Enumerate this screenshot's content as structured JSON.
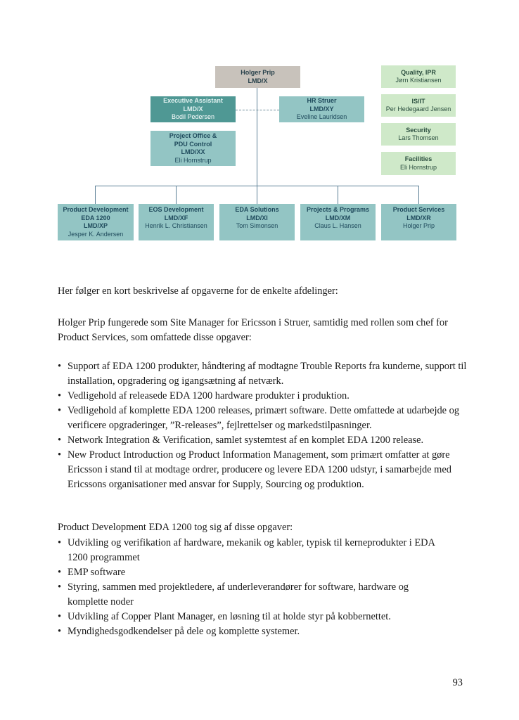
{
  "org_chart": {
    "head": {
      "name": "Holger Prip",
      "code": "LMD/X"
    },
    "exec_assistant": {
      "title": "Executive Assistant",
      "code": "LMD/X",
      "person": "Bodil Pedersen"
    },
    "hr": {
      "title": "HR Struer",
      "code": "LMD/XY",
      "person": "Eveline Lauridsen"
    },
    "project_office": {
      "title1": "Project Office &",
      "title2": "PDU Control",
      "code": "LMD/XX",
      "person": "Eli Hornstrup"
    },
    "staff": [
      {
        "title": "Quality, IPR",
        "person": "Jørn Kristiansen"
      },
      {
        "title": "IS/IT",
        "person": "Per Hedegaard Jensen"
      },
      {
        "title": "Security",
        "person": "Lars Thomsen"
      },
      {
        "title": "Facilities",
        "person": "Eli Hornstrup"
      }
    ],
    "units": [
      {
        "title": "Product Development",
        "sub": "EDA 1200",
        "code": "LMD/XP",
        "person": "Jesper K. Andersen"
      },
      {
        "title": "EOS Development",
        "code": "LMD/XF",
        "person": "Henrik L. Christiansen"
      },
      {
        "title": "EDA Solutions",
        "code": "LMD/XI",
        "person": "Tom Simonsen"
      },
      {
        "title": "Projects & Programs",
        "code": "LMD/XM",
        "person": "Claus L. Hansen"
      },
      {
        "title": "Product Services",
        "code": "LMD/XR",
        "person": "Holger Prip"
      }
    ]
  },
  "text": {
    "intro": "Her følger en kort beskrivelse af opgaverne for de enkelte afdelinger:",
    "para1": "Holger Prip fungerede som Site Manager for Ericsson i Struer, samtidig med rollen som chef for Product Services, som omfattede disse opgaver:",
    "bullets1": [
      "Support af EDA 1200 produkter, håndtering af modtagne Trouble Reports fra kunderne, support til installation, opgradering og igangsætning af netværk.",
      "Vedligehold af releasede EDA 1200 hardware produkter i produktion.",
      "Vedligehold af komplette EDA 1200 releases, primært software. Dette omfattede at udarbejde og verificere opgraderinger, ”R-releases”, fejlrettelser og markedstilpasninger.",
      "Network Integration & Verification, samlet systemtest af en komplet EDA 1200 release.",
      "New Product Introduction og Product Information Management, som primært omfatter at gøre Ericsson i stand til at modtage ordrer, producere og levere EDA 1200 udstyr, i samarbejde med Ericssons organisationer med ansvar for Supply, Sourcing og produktion."
    ],
    "para2": "Product Development EDA 1200 tog sig af disse opgaver:",
    "bullets2": [
      "Udvikling og verifikation af hardware, mekanik og kabler, typisk til kerneprodukter i EDA 1200 programmet",
      "EMP software",
      "Styring, sammen med projektledere, af underleverandører for software, hardware og komplette noder",
      "Udvikling af Copper Plant Manager, en løsning til at holde styr på kobbernettet.",
      "Myndighedsgodkendelser på dele og komplette systemer."
    ],
    "page_number": "93"
  }
}
